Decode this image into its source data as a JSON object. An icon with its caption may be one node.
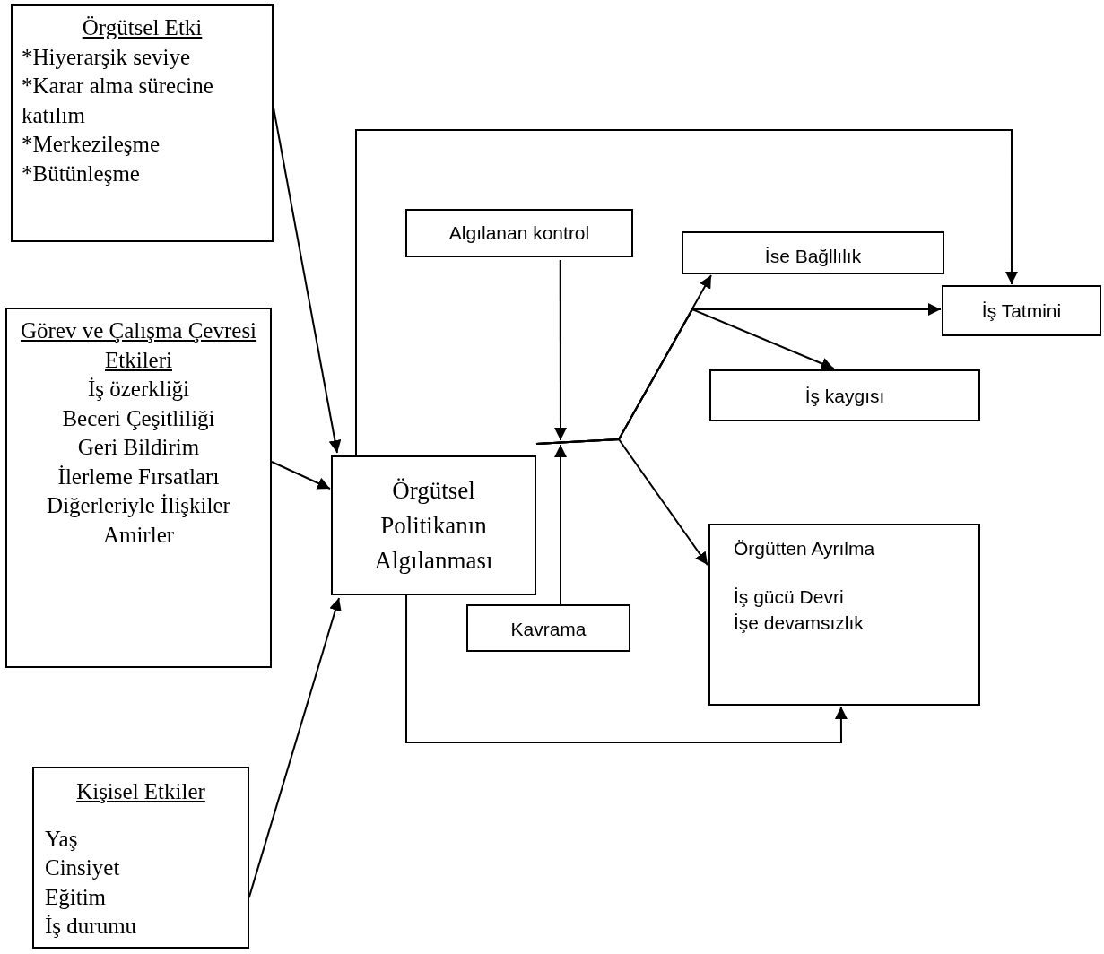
{
  "diagram": {
    "nodes": [
      {
        "text": [
          "Örgütsel Etki",
          "*Hiyerarşik seviye",
          "*Karar alma sürecine katılım",
          "*Merkezileşme",
          "*Bütünleşme"
        ]
      },
      {
        "text": [
          "Görev ve Çalışma Çevresi Etkileri",
          "İş özerkliği",
          "Beceri Çeşitliliği",
          "Geri Bildirim",
          "İlerleme Fırsatları",
          "Diğerleriyle İlişkiler",
          "Amirler"
        ]
      },
      {
        "text": [
          "Kişisel Etkiler",
          "Yaş",
          "Cinsiyet",
          "Eğitim",
          "İş durumu"
        ]
      },
      {
        "text": [
          "Örgütsel Politikanın Algılanması"
        ]
      },
      {
        "text": [
          "Algılanan kontrol"
        ]
      },
      {
        "text": [
          "İse Bağllılık"
        ]
      },
      {
        "text": [
          "İş Tatmini"
        ]
      },
      {
        "text": [
          "İş kaygısı"
        ]
      },
      {
        "text": [
          "Kavrama"
        ]
      },
      {
        "text": [
          "Örgütten Ayrılma",
          "İş gücü Devri",
          "İşe devamsızlık"
        ]
      }
    ],
    "edges": [
      {
        "from": 0,
        "to": 3,
        "arrow": "to"
      },
      {
        "from": 1,
        "to": 3,
        "arrow": "to"
      },
      {
        "from": 2,
        "to": 3,
        "arrow": "to"
      },
      {
        "from": 3,
        "to": 6,
        "arrow": "to"
      },
      {
        "from": 4,
        "to": 3,
        "arrow": "to"
      },
      {
        "from": 8,
        "to": 3,
        "arrow": "to"
      },
      {
        "from": 3,
        "to": 5,
        "arrow": "to"
      },
      {
        "from": 3,
        "to": 6,
        "arrow": "to"
      },
      {
        "from": 3,
        "to": 7,
        "arrow": "to"
      },
      {
        "from": 3,
        "to": 9,
        "arrow": "to"
      },
      {
        "from": 3,
        "to": 9,
        "arrow": "to"
      }
    ]
  }
}
